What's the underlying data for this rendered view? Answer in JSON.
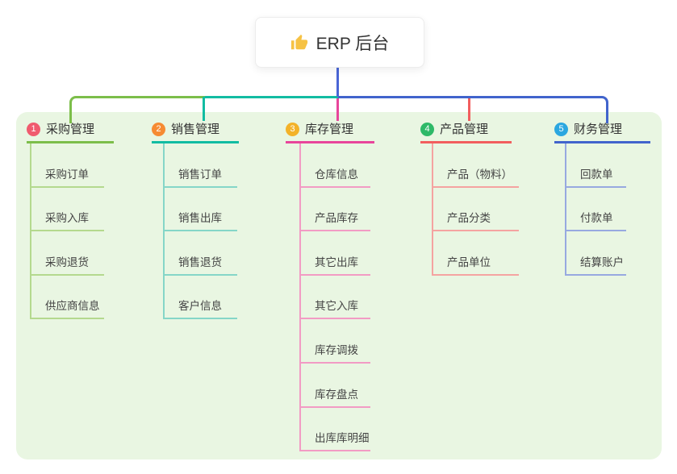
{
  "root": {
    "icon_name": "thumbs-up-icon",
    "title": "ERP 后台"
  },
  "branches": [
    {
      "index": "1",
      "label": "采购管理",
      "badge_color": "#F05B6E",
      "line_color": "#7CBE4A",
      "child_line_color": "#B4D98E",
      "children": [
        "采购订单",
        "采购入库",
        "采购退货",
        "供应商信息"
      ]
    },
    {
      "index": "2",
      "label": "销售管理",
      "badge_color": "#F68B33",
      "line_color": "#12BCA2",
      "child_line_color": "#85D6C8",
      "children": [
        "销售订单",
        "销售出库",
        "销售退货",
        "客户信息"
      ]
    },
    {
      "index": "3",
      "label": "库存管理",
      "badge_color": "#F3B229",
      "line_color": "#E8459B",
      "child_line_color": "#F29BC4",
      "children": [
        "仓库信息",
        "产品库存",
        "其它出库",
        "其它入库",
        "库存调拨",
        "库存盘点",
        "出库库明细"
      ]
    },
    {
      "index": "4",
      "label": "产品管理",
      "badge_color": "#2EB968",
      "line_color": "#F25E5E",
      "child_line_color": "#F5A3A1",
      "children": [
        "产品（物料）",
        "产品分类",
        "产品单位"
      ]
    },
    {
      "index": "5",
      "label": "财务管理",
      "badge_color": "#2BA7E0",
      "line_color": "#4164CC",
      "child_line_color": "#97A9E0",
      "children": [
        "回款单",
        "付款单",
        "结算账户"
      ]
    }
  ],
  "colors": {
    "canvas_bg": "#FFFFFF",
    "panel_bg": "#E9F6E2",
    "root_connector": "#4A66D6",
    "thumb_icon": "#F6C244"
  }
}
